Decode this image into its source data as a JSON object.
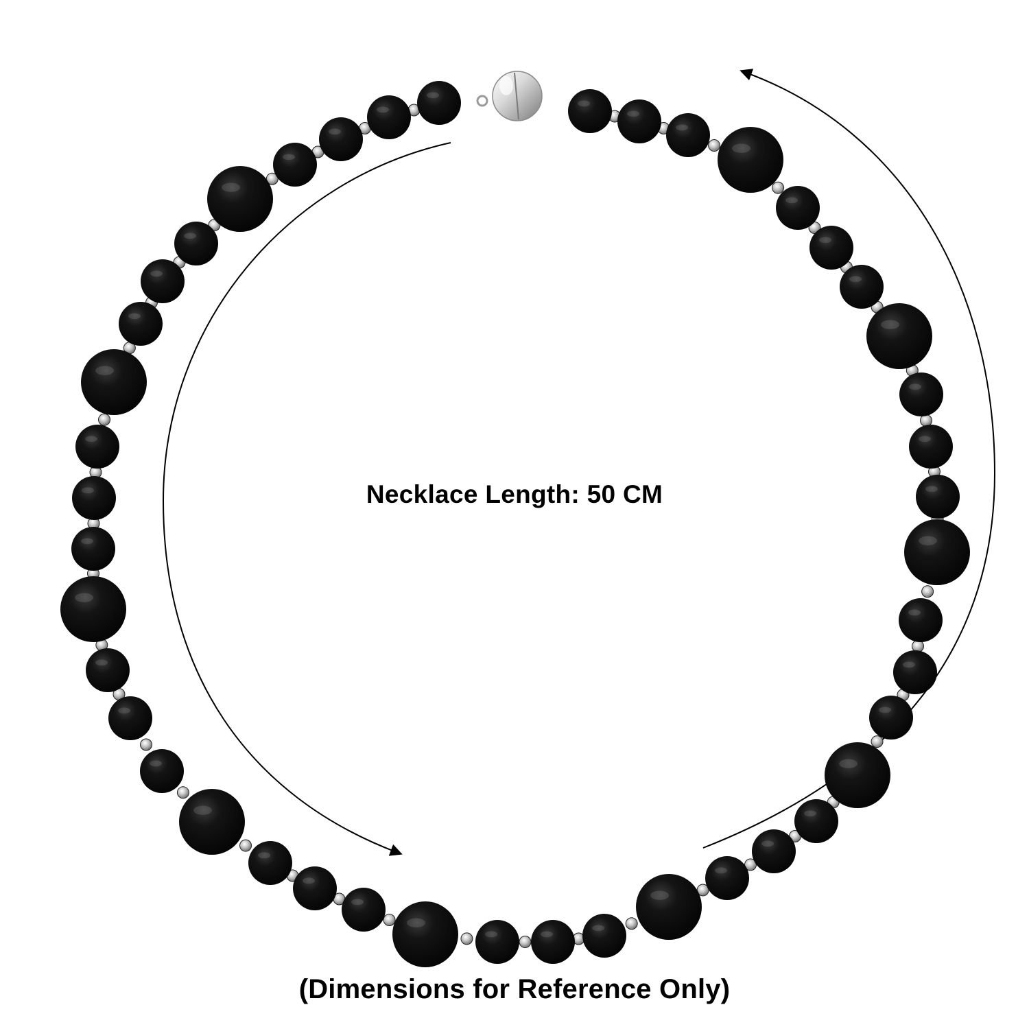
{
  "image": {
    "subject": "black bead necklace with magnetic clasp",
    "length_text": "Necklace Length: 50 CM",
    "disclaimer_text": "(Dimensions for Reference Only)"
  },
  "colors": {
    "background": "#ffffff",
    "bead": "#0b0b0b",
    "spacer": "#c9c9c9",
    "clasp": "#d9d9d9",
    "arrow": "#000000"
  }
}
